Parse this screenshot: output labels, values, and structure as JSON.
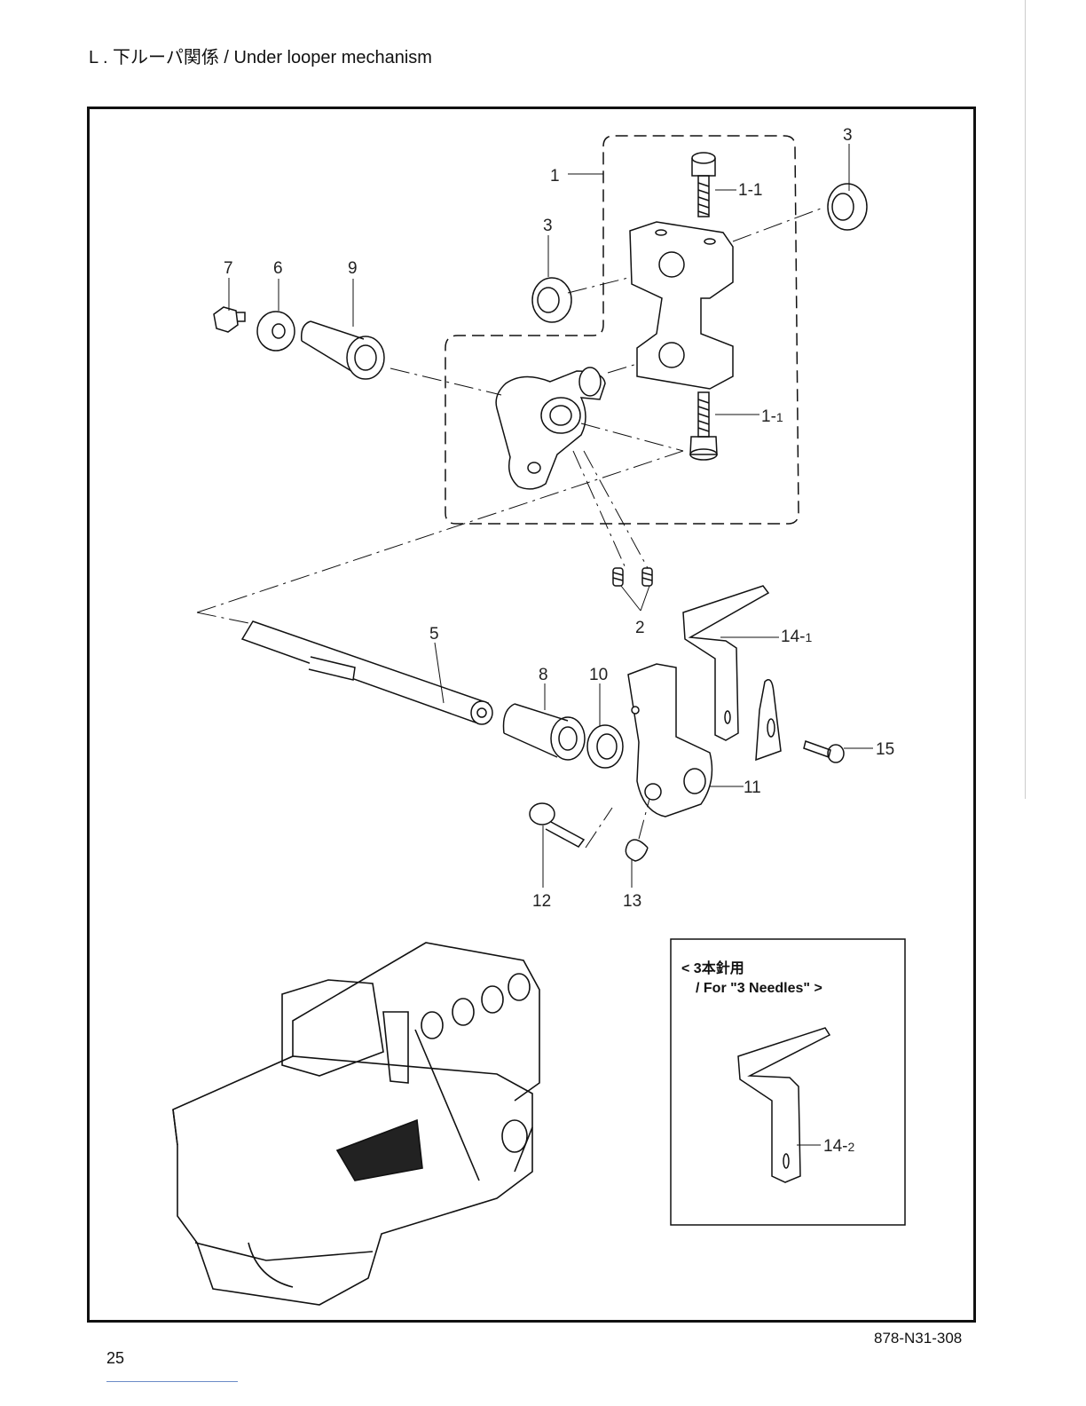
{
  "header": {
    "title": "L . 下ルーパ関係 / Under looper mechanism"
  },
  "parts": {
    "p1": "1",
    "p1_1a": "1-1",
    "p1_1b_main": "1-",
    "p1_1b_sub": "1",
    "p2": "2",
    "p3a": "3",
    "p3b": "3",
    "p5": "5",
    "p6": "6",
    "p7": "7",
    "p8": "8",
    "p9": "9",
    "p10": "10",
    "p11": "11",
    "p12": "12",
    "p13": "13",
    "p14_1_main": "14-",
    "p14_1_sub": "1",
    "p14_2_main": "14-",
    "p14_2_sub": "2",
    "p15": "15"
  },
  "inset": {
    "caption_line1": "< 3本針用",
    "caption_line2": "/ For \"3 Needles\" >"
  },
  "footer": {
    "page_number": "25",
    "doc_code": "878-N31-308"
  }
}
